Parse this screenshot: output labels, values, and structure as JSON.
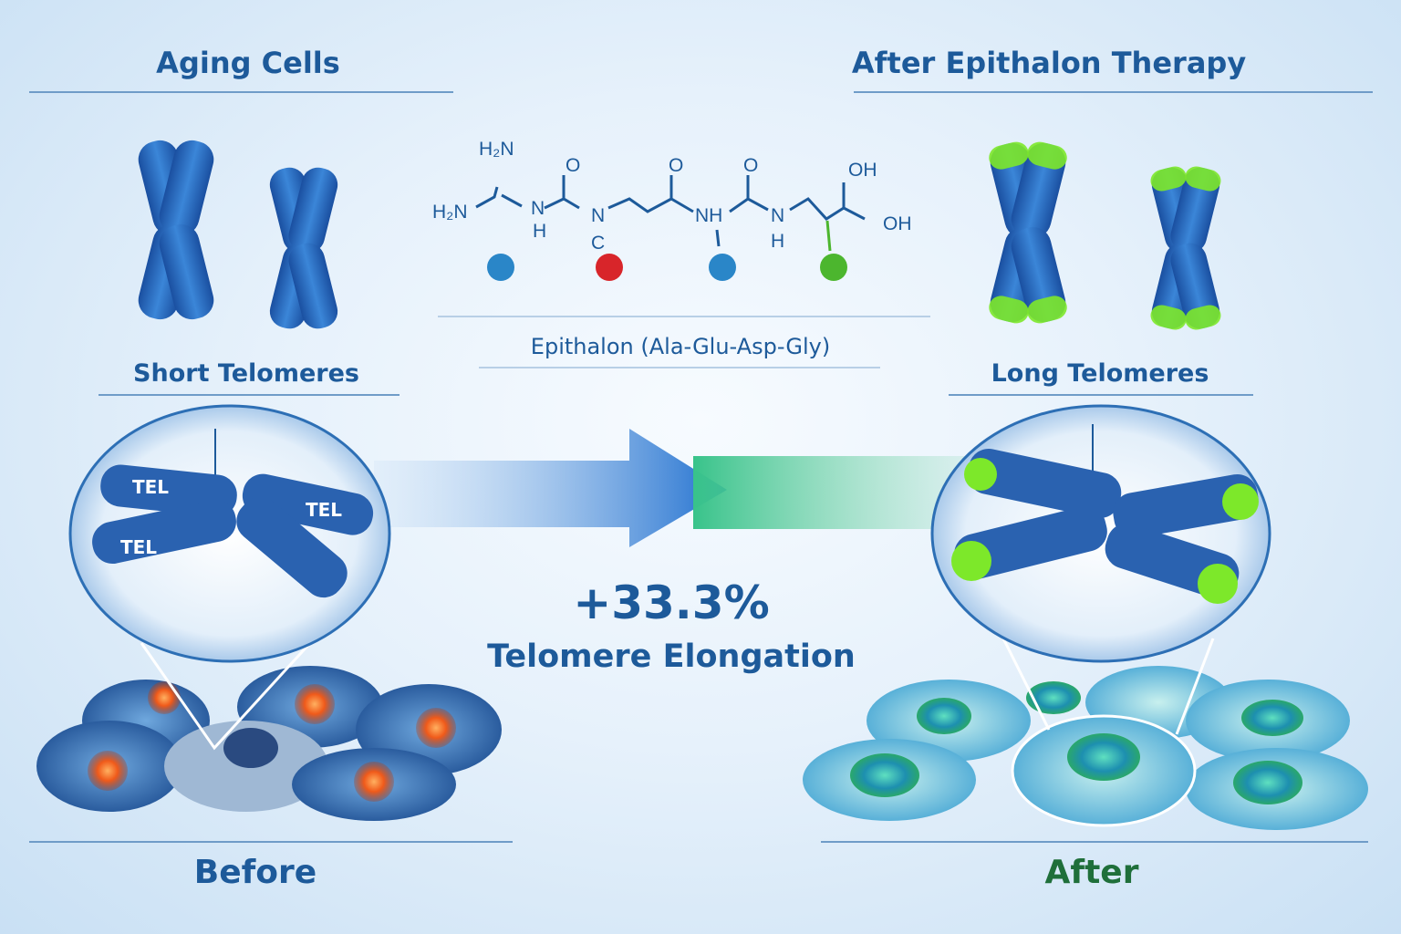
{
  "left": {
    "title": "Aging Cells",
    "chromosome_caption": "Short Telomeres",
    "zoom_labels": [
      "TEL",
      "TEL",
      "TEL"
    ],
    "footer": "Before"
  },
  "right": {
    "title": "After Epithalon Therapy",
    "chromosome_caption": "Long Telomeres",
    "footer": "After"
  },
  "molecule": {
    "name": "Epithalon (Ala-Glu-Asp-Gly)",
    "atoms": [
      "H₂N",
      "H₂N",
      "N",
      "H",
      "O",
      "N",
      "C",
      "O",
      "NH",
      "O",
      "N",
      "H",
      "OH",
      "OH"
    ],
    "bead_colors": [
      "#2a86c8",
      "#d8252a",
      "#2a86c8",
      "#4cb62e"
    ]
  },
  "result": {
    "value": "+33.3%",
    "label": "Telomere Elongation"
  },
  "colors": {
    "primary_blue": "#1d5a9a",
    "telomere_green": "#7de82a",
    "after_green": "#1f6f3a",
    "cell_nucleus_orange": "#f05a1a"
  }
}
